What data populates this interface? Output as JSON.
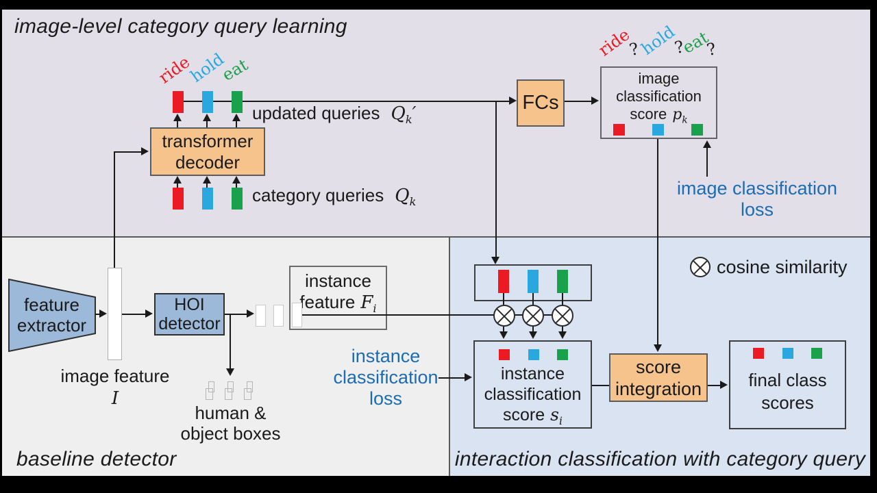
{
  "colors": {
    "red": "#ec1b23",
    "blue": "#29a8e0",
    "green": "#1aa14b",
    "orange": "#f6c38d",
    "steel_blue": "#9db9da",
    "loss_text": "#1c6cb3",
    "panel_top": "#e3dfe8",
    "panel_left": "#efefef",
    "panel_right": "#d9e3f1",
    "line": "#1a1a1a"
  },
  "top_panel": {
    "title": "image-level category query learning",
    "trained_labels": [
      {
        "word": "ride",
        "color": "red"
      },
      {
        "word": "hold",
        "color": "blue"
      },
      {
        "word": "eat",
        "color": "green"
      }
    ],
    "updated_queries_label": "updated queries",
    "updated_queries_math": {
      "base": "Q",
      "sub": "k",
      "suffix": "′"
    },
    "decoder_line1": "transformer",
    "decoder_line2": "decoder",
    "category_queries_label": "category queries",
    "category_queries_math": {
      "base": "Q",
      "sub": "k",
      "suffix": ""
    },
    "fcs_label": "FCs",
    "question_labels": [
      {
        "word": "ride",
        "mark": "?",
        "color": "red"
      },
      {
        "word": "hold",
        "mark": "?",
        "color": "blue"
      },
      {
        "word": "eat",
        "mark": "?",
        "color": "green"
      }
    ],
    "img_cls_score": {
      "line1": "image",
      "line2": "classification",
      "line3": "score",
      "math": {
        "base": "p",
        "sub": "k"
      }
    },
    "img_cls_loss_line1": "image classification",
    "img_cls_loss_line2": "loss"
  },
  "left_panel": {
    "title": "baseline detector",
    "feature_extractor_line1": "feature",
    "feature_extractor_line2": "extractor",
    "image_feature_label": "image feature",
    "image_feature_math": "I",
    "hoi_line1": "HOI",
    "hoi_line2": "detector",
    "instance_feature": {
      "line1": "instance",
      "line2": "feature",
      "math": {
        "base": "F",
        "sub": "i"
      }
    },
    "human_object_line1": "human &",
    "human_object_line2": "object boxes",
    "instance_cls_loss_line1": "instance",
    "instance_cls_loss_line2": "classification",
    "instance_cls_loss_line3": "loss"
  },
  "right_panel": {
    "title": "interaction classification with category query",
    "instance_cls_score": {
      "line1": "instance",
      "line2": "classification",
      "line3": "score",
      "math": {
        "base": "s",
        "sub": "i"
      }
    },
    "score_integration_line1": "score",
    "score_integration_line2": "integration",
    "final_scores_line1": "final class",
    "final_scores_line2": "scores",
    "legend_label": "cosine similarity"
  }
}
